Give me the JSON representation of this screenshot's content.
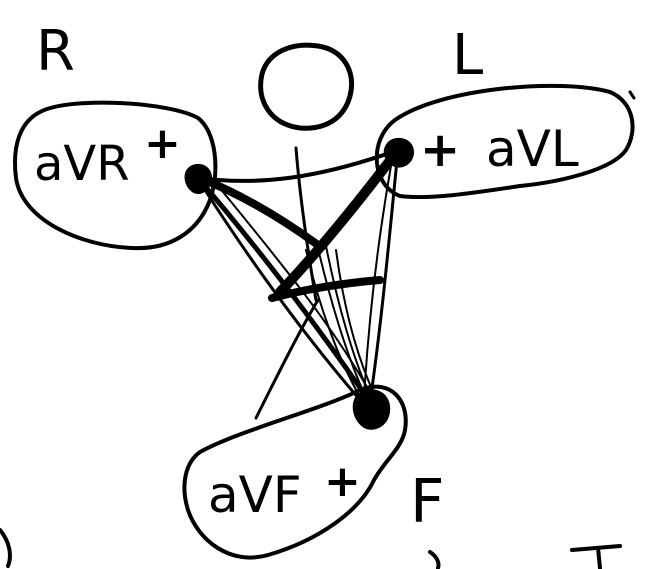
{
  "labels": {
    "corner_r": "R",
    "corner_l": "L",
    "corner_f": "F",
    "lead_avr": "aVR",
    "lead_avl": "aVL",
    "lead_avf": "aVF",
    "plus": "+"
  },
  "ink_color": "#000000"
}
